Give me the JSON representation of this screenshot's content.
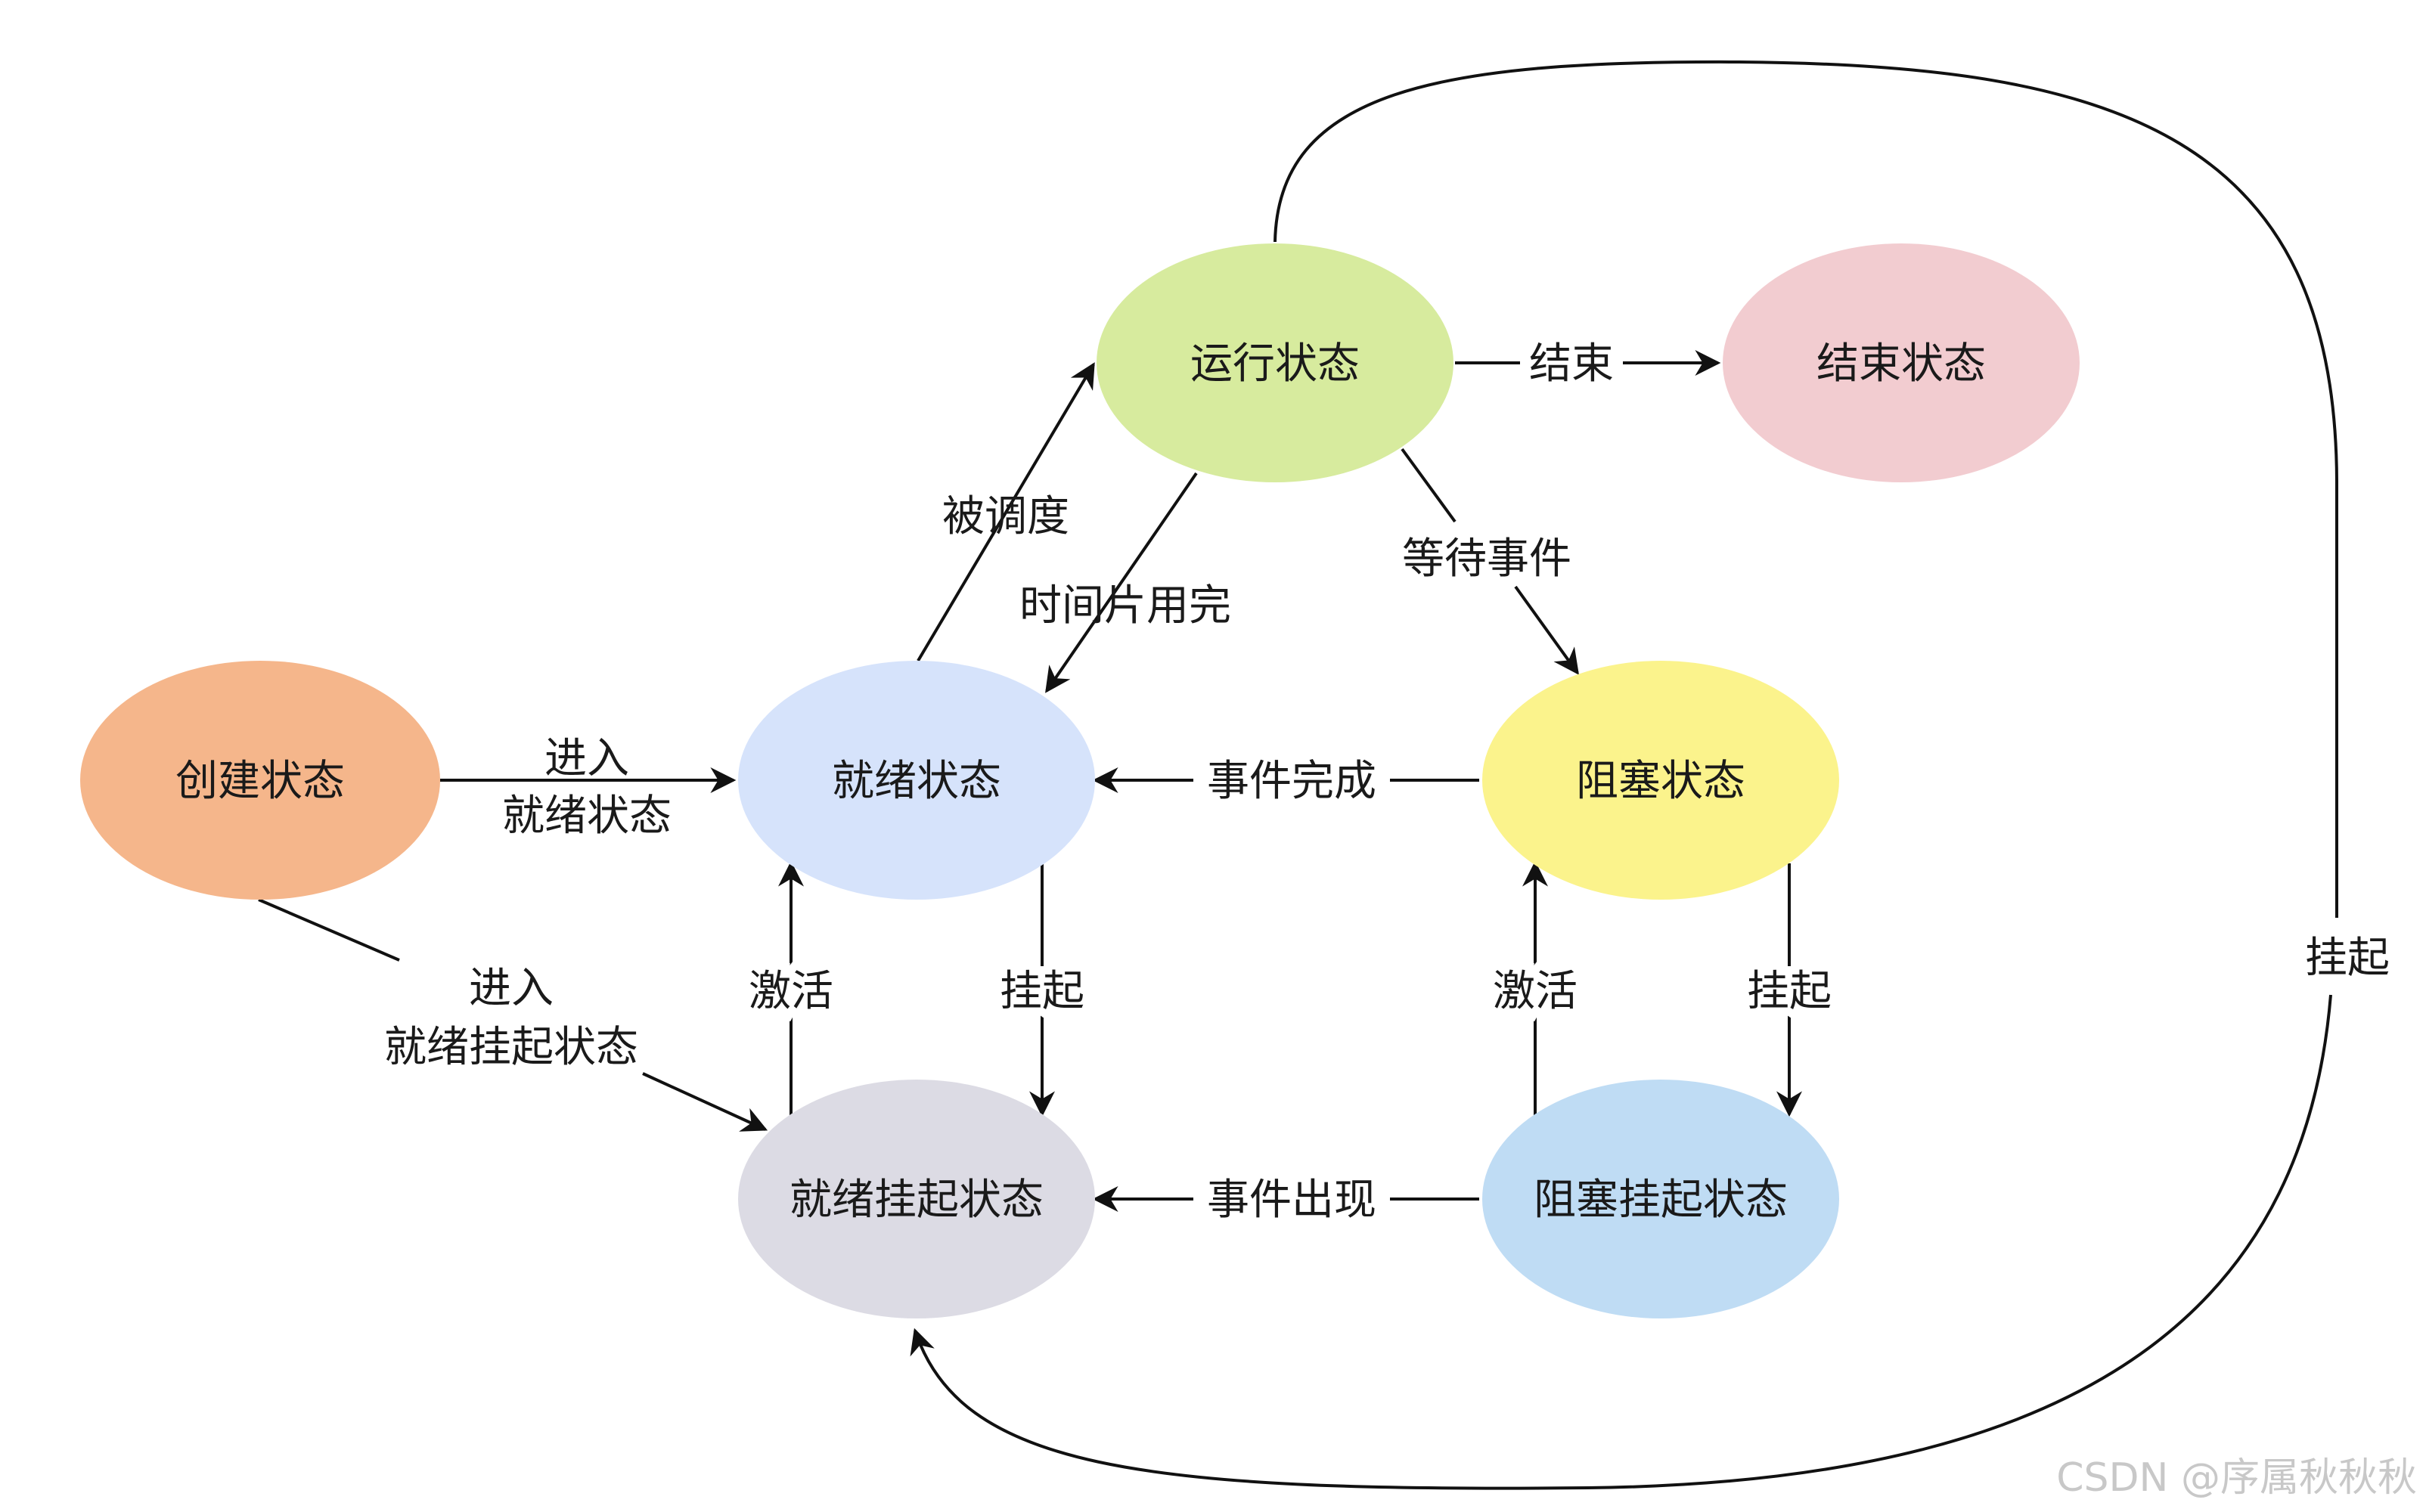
{
  "nodes": {
    "create": {
      "label": "创建状态",
      "color": "#F5B68B"
    },
    "ready": {
      "label": "就绪状态",
      "color": "#D6E3FB"
    },
    "running": {
      "label": "运行状态",
      "color": "#D7EB9E"
    },
    "terminated": {
      "label": "结束状态",
      "color": "#F2CCD0"
    },
    "blocked": {
      "label": "阻塞状态",
      "color": "#FBF38C"
    },
    "ready_suspend": {
      "label": "就绪挂起状态",
      "color": "#DCDBE4"
    },
    "block_suspend": {
      "label": "阻塞挂起状态",
      "color": "#BFDCF4"
    }
  },
  "edges": {
    "create_to_ready": {
      "line1": "进入",
      "line2": "就绪状态"
    },
    "create_to_ready_suspend": {
      "line1": "进入",
      "line2": "就绪挂起状态"
    },
    "ready_to_running": {
      "label": "被调度"
    },
    "running_to_ready": {
      "label": "时间片用完"
    },
    "running_to_terminated": {
      "label": "结束"
    },
    "running_to_blocked": {
      "label": "等待事件"
    },
    "blocked_to_ready": {
      "label": "事件完成"
    },
    "ready_suspend_to_ready": {
      "label": "激活"
    },
    "ready_to_ready_suspend": {
      "label": "挂起"
    },
    "block_suspend_to_blocked": {
      "label": "激活"
    },
    "blocked_to_block_suspend": {
      "label": "挂起"
    },
    "block_suspend_to_ready_suspend": {
      "label": "事件出现"
    },
    "running_to_ready_suspend": {
      "label": "挂起"
    }
  },
  "watermark": "CSDN @序属秋秋秋"
}
